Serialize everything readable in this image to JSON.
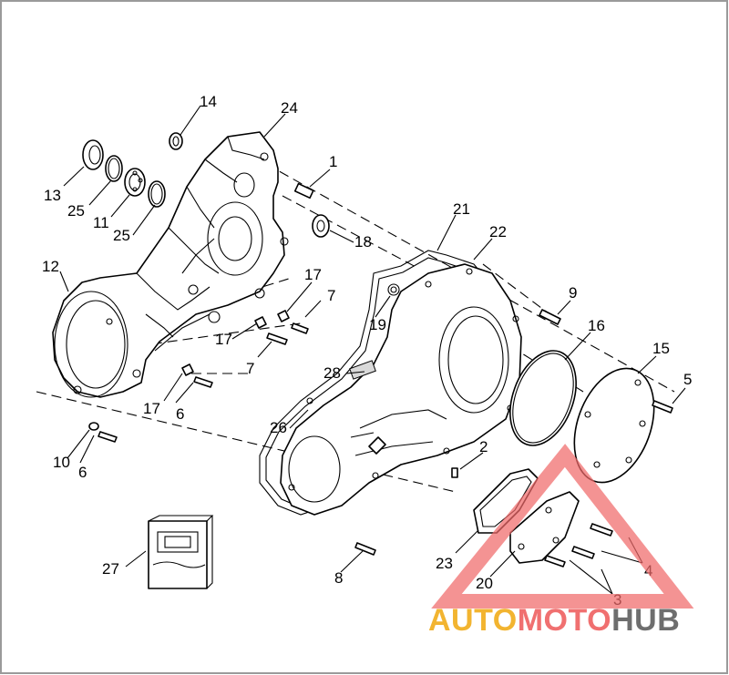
{
  "callouts": [
    {
      "id": "1",
      "label": "1"
    },
    {
      "id": "2",
      "label": "2"
    },
    {
      "id": "3",
      "label": "3"
    },
    {
      "id": "4",
      "label": "4"
    },
    {
      "id": "5",
      "label": "5"
    },
    {
      "id": "6a",
      "label": "6"
    },
    {
      "id": "6b",
      "label": "6"
    },
    {
      "id": "7a",
      "label": "7"
    },
    {
      "id": "7b",
      "label": "7"
    },
    {
      "id": "8",
      "label": "8"
    },
    {
      "id": "9",
      "label": "9"
    },
    {
      "id": "10",
      "label": "10"
    },
    {
      "id": "11",
      "label": "11"
    },
    {
      "id": "12",
      "label": "12"
    },
    {
      "id": "13",
      "label": "13"
    },
    {
      "id": "14",
      "label": "14"
    },
    {
      "id": "15",
      "label": "15"
    },
    {
      "id": "16",
      "label": "16"
    },
    {
      "id": "17a",
      "label": "17"
    },
    {
      "id": "17b",
      "label": "17"
    },
    {
      "id": "17c",
      "label": "17"
    },
    {
      "id": "18",
      "label": "18"
    },
    {
      "id": "19",
      "label": "19"
    },
    {
      "id": "20",
      "label": "20"
    },
    {
      "id": "21",
      "label": "21"
    },
    {
      "id": "22",
      "label": "22"
    },
    {
      "id": "23",
      "label": "23"
    },
    {
      "id": "24",
      "label": "24"
    },
    {
      "id": "25a",
      "label": "25"
    },
    {
      "id": "25b",
      "label": "25"
    },
    {
      "id": "26",
      "label": "26"
    },
    {
      "id": "27",
      "label": "27"
    },
    {
      "id": "28",
      "label": "28"
    }
  ],
  "watermark": {
    "part1": "AUTO",
    "part2": "MOTO",
    "part3": "HUB",
    "color1": "#f2b430",
    "color2": "#f07070",
    "color3": "#6e6e6e",
    "triangle_color": "#f06a6a"
  },
  "colors": {
    "line": "#000000",
    "frame": "#9a9a9a",
    "background": "#ffffff"
  }
}
